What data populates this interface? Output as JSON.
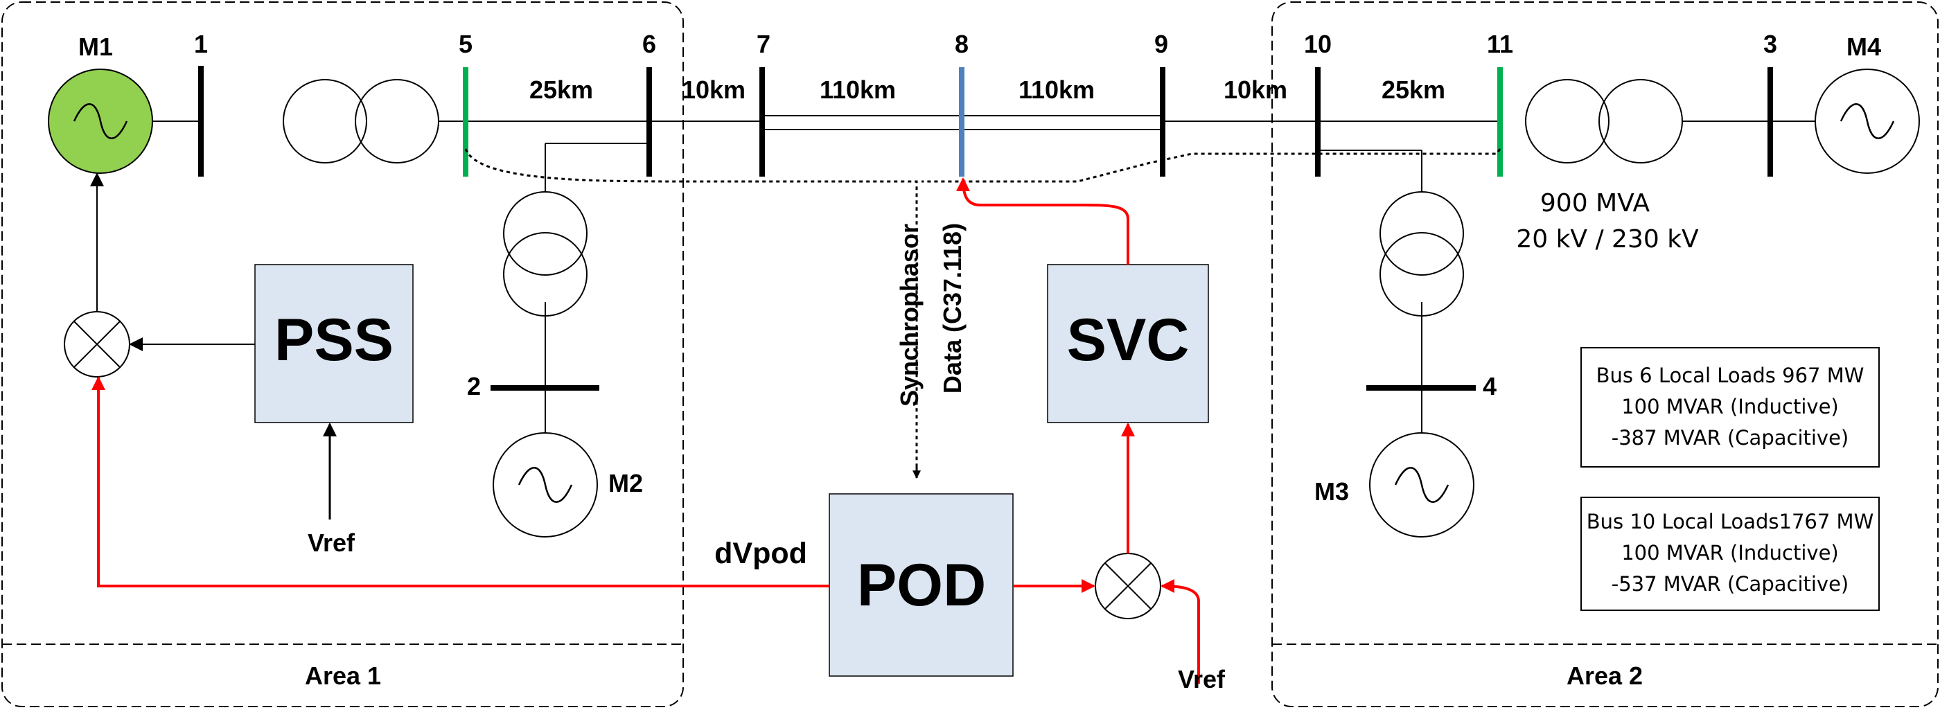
{
  "areas": {
    "area1": "Area 1",
    "area2": "Area 2"
  },
  "machines": {
    "m1": "M1",
    "m2": "M2",
    "m3": "M3",
    "m4": "M4"
  },
  "buses": {
    "b1": "1",
    "b2": "2",
    "b3": "3",
    "b4": "4",
    "b5": "5",
    "b6": "6",
    "b7": "7",
    "b8": "8",
    "b9": "9",
    "b10": "10",
    "b11": "11"
  },
  "lines": {
    "l5_6": "25km",
    "l6_7": "10km",
    "l7_8": "110km",
    "l8_9": "110km",
    "l9_10": "10km",
    "l10_11": "25km"
  },
  "transformer_rating": {
    "power": "900 MVA",
    "voltage": "20 kV / 230 kV"
  },
  "controllers": {
    "pss": "PSS",
    "svc": "SVC",
    "pod": "POD"
  },
  "signals": {
    "vref_pss": "Vref",
    "vref_svc": "Vref",
    "dvpod": "dVpod",
    "synchrophasor_line1": "Synchrophasor",
    "synchrophasor_line2": "Data (C37.118)"
  },
  "loads": {
    "bus6": [
      "Bus 6 Local Loads 967 MW",
      "100 MVAR (Inductive)",
      "-387 MVAR (Capacitive)"
    ],
    "bus10": [
      "Bus 10 Local Loads1767 MW",
      "100 MVAR (Inductive)",
      "-537 MVAR (Capacitive)"
    ]
  },
  "colors": {
    "generator_fill": "#92d050",
    "controller_fill": "#dce6f2",
    "signal_red": "#ff0000",
    "pmu_bus_green": "#00b050",
    "svc_bus_blue": "#4f81bd"
  }
}
